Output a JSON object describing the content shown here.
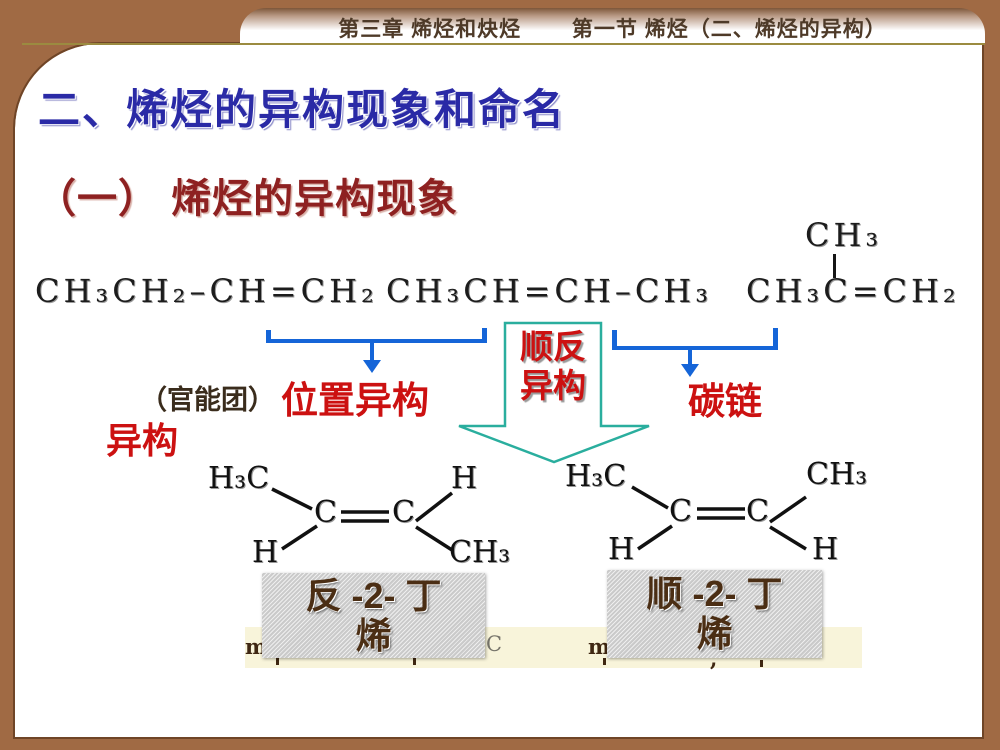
{
  "header": {
    "title": "第三章 烯烃和炔烃　　 第一节 烯烃（二、烯烃的异构）"
  },
  "slide": {
    "title": "二、烯烃的异构现象和命名",
    "subtitle": "（一） 烯烃的异构现象"
  },
  "formulas": {
    "butene1": "CH₃CH₂–CH=CH₂",
    "butene2": "CH₃CH=CH–CH₃",
    "isobutylene_branch": "CH₃",
    "isobutylene_main": "CH₃C=CH₂"
  },
  "annotations": {
    "functional_group_prefix": "（官能团）",
    "position_isomerism": "位置异构",
    "isomerism_second_line": "异构",
    "cis_trans_line1": "顺反",
    "cis_trans_line2": "异构",
    "carbon_chain": "碳链"
  },
  "structures": {
    "trans": {
      "top_left": "H₃C",
      "bottom_left": "H",
      "left_carbon": "C",
      "right_carbon": "C",
      "top_right": "H",
      "bottom_right": "CH₃",
      "caption_line1": "反 -2- 丁",
      "caption_line2": "烯"
    },
    "cis": {
      "top_left": "H₃C",
      "bottom_left": "H",
      "left_carbon": "C",
      "right_carbon": "C",
      "top_right": "CH₃",
      "bottom_right": "H",
      "caption_line1": "顺 -2- 丁",
      "caption_line2": "烯"
    }
  },
  "bottom_strip": {
    "left_fragment_m": "m",
    "left_fragment_c": "C",
    "right_fragment_m": "m",
    "right_fragment_comma": ","
  },
  "colors": {
    "frame_brown": "#a06a44",
    "title_blue": "#2a2aa6",
    "subtitle_dark_red": "#8e2121",
    "bright_red": "#cc1111",
    "bracket_blue": "#1565d8",
    "teal_outline": "#2aae9e",
    "cream_strip": "#f8f4da",
    "caption_brown": "#4b2e14"
  }
}
